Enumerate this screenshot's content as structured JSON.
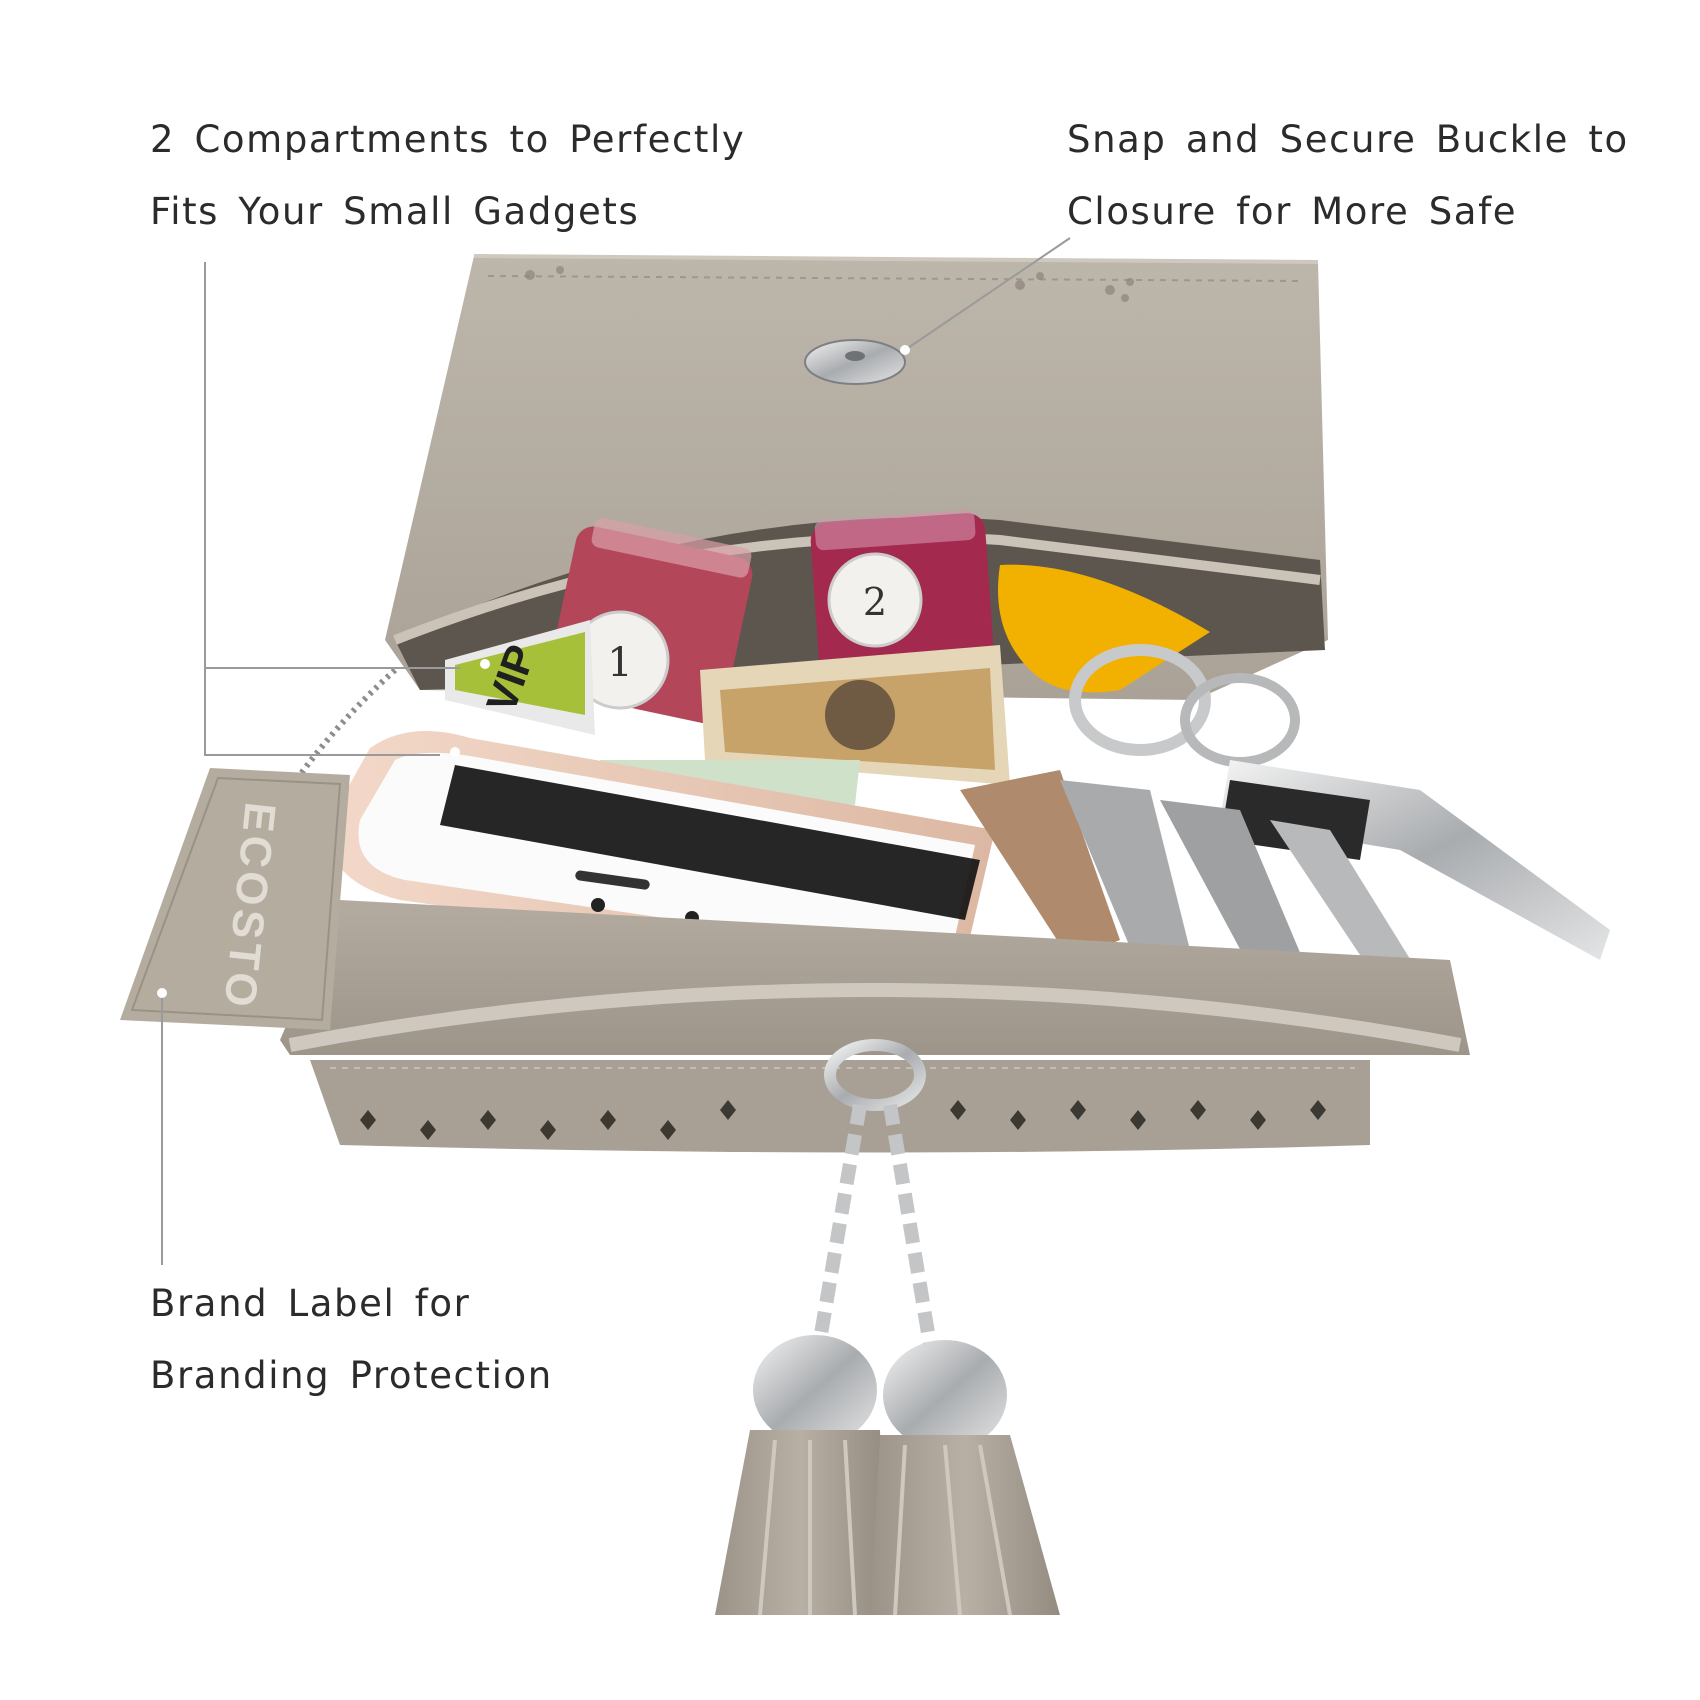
{
  "callouts": {
    "compartments": {
      "line1": "2 Compartments to Perfectly",
      "line2": "Fits Your Small Gadgets"
    },
    "buckle": {
      "line1": "Snap and Secure Buckle to",
      "line2": "Closure for More Safe"
    },
    "brand": {
      "line1": "Brand Label for",
      "line2": "Branding Protection"
    }
  },
  "product": {
    "tag_logo": "ECOSTO",
    "card_text": "VIP",
    "bottle_labels": [
      "1",
      "2"
    ]
  },
  "colors": {
    "leather": "#b9b1a6",
    "leather_dark": "#8f877c",
    "leather_light": "#cfc8be",
    "text": "#2b2b2b",
    "leader_line": "#9a9a9a",
    "polish_1": "#b4465a",
    "polish_2": "#a3294f",
    "key_tag": "#f2b100",
    "phone_rim": "#e8c9b6",
    "metal": "#c9cbcd"
  }
}
